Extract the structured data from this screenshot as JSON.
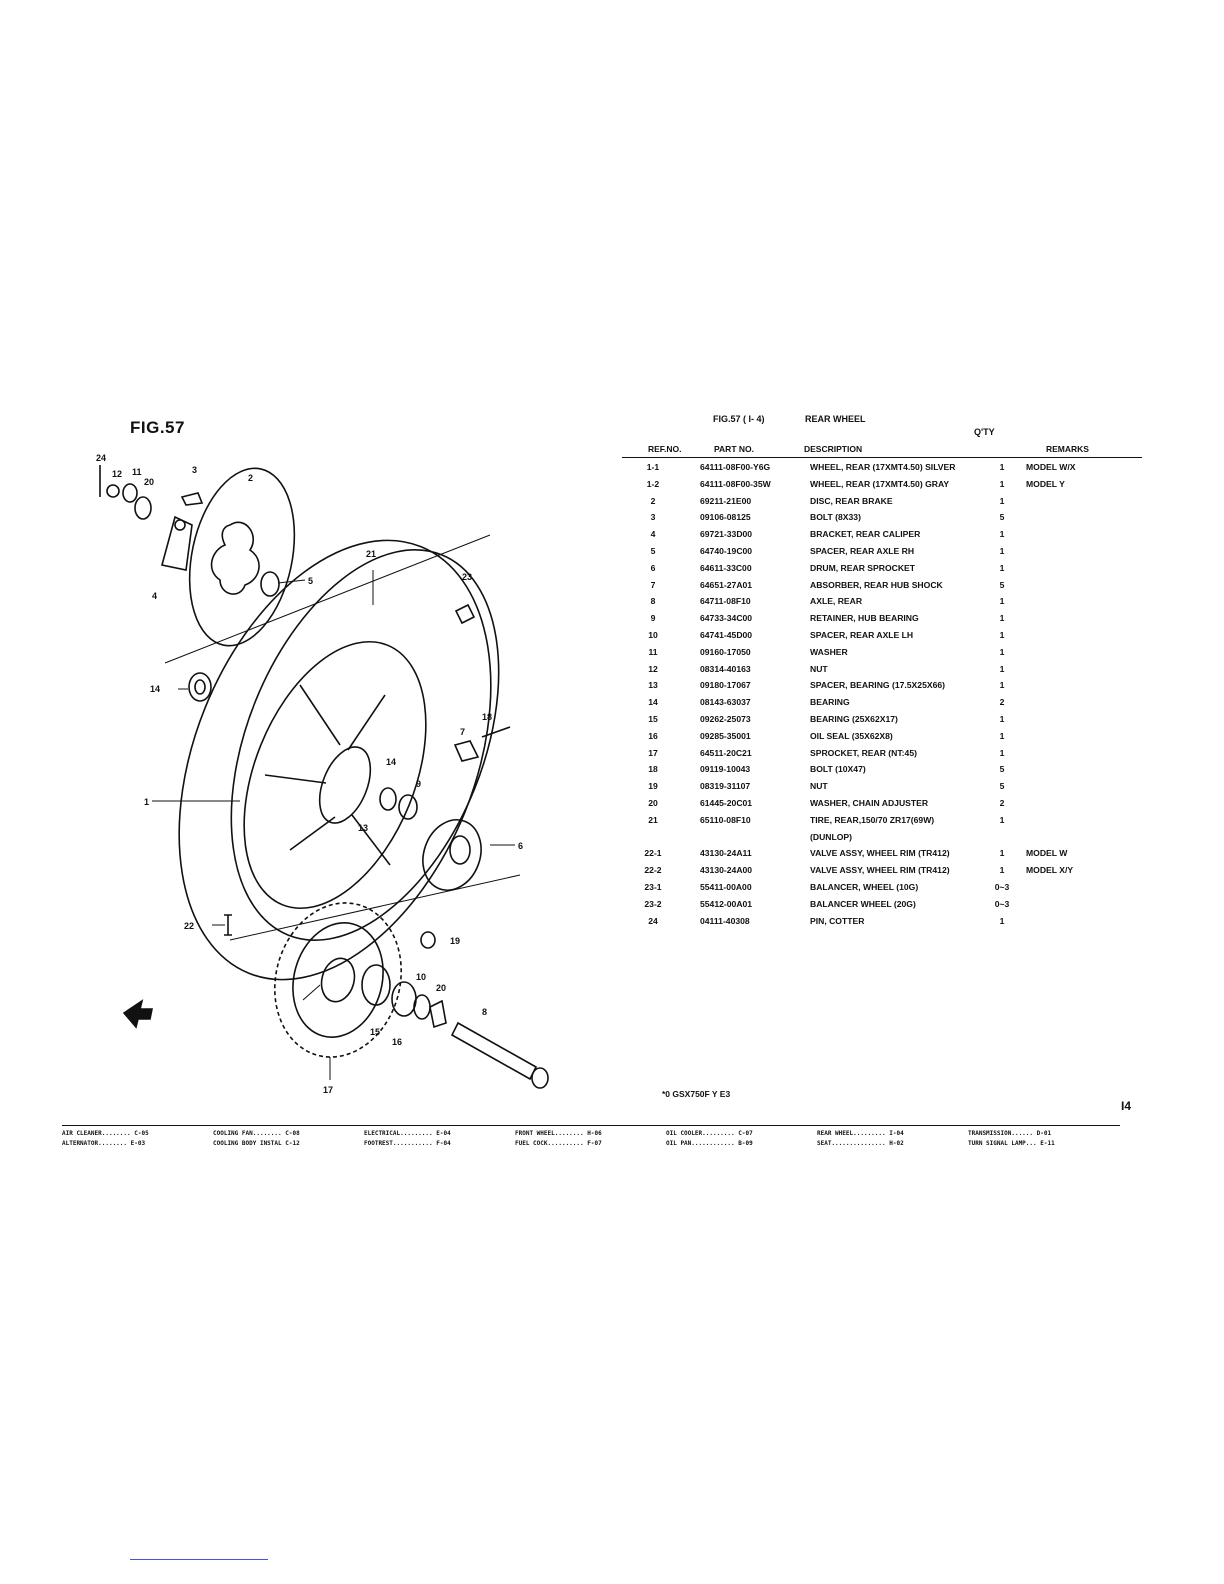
{
  "figure": {
    "title": "FIG.57",
    "header_fig": "FIG.57 ( I- 4)",
    "header_name": "REAR WHEEL",
    "qty_head": "Q'TY"
  },
  "columns": {
    "ref": "REF.NO.",
    "part": "PART NO.",
    "desc": "DESCRIPTION",
    "rem": "REMARKS"
  },
  "parts": [
    {
      "ref": "1-1",
      "part": "64111-08F00-Y6G",
      "desc": "WHEEL, REAR (17XMT4.50) SILVER",
      "qty": "1",
      "rem": "MODEL W/X"
    },
    {
      "ref": "1-2",
      "part": "64111-08F00-35W",
      "desc": "WHEEL, REAR (17XMT4.50) GRAY",
      "qty": "1",
      "rem": "MODEL Y"
    },
    {
      "ref": "2",
      "part": "69211-21E00",
      "desc": "DISC, REAR BRAKE",
      "qty": "1",
      "rem": ""
    },
    {
      "ref": "3",
      "part": "09106-08125",
      "desc": "BOLT (8X33)",
      "qty": "5",
      "rem": ""
    },
    {
      "ref": "4",
      "part": "69721-33D00",
      "desc": "BRACKET, REAR CALIPER",
      "qty": "1",
      "rem": ""
    },
    {
      "ref": "5",
      "part": "64740-19C00",
      "desc": "SPACER, REAR AXLE RH",
      "qty": "1",
      "rem": ""
    },
    {
      "ref": "6",
      "part": "64611-33C00",
      "desc": "DRUM, REAR SPROCKET",
      "qty": "1",
      "rem": ""
    },
    {
      "ref": "7",
      "part": "64651-27A01",
      "desc": "ABSORBER, REAR HUB SHOCK",
      "qty": "5",
      "rem": ""
    },
    {
      "ref": "8",
      "part": "64711-08F10",
      "desc": "AXLE, REAR",
      "qty": "1",
      "rem": ""
    },
    {
      "ref": "9",
      "part": "64733-34C00",
      "desc": "RETAINER, HUB BEARING",
      "qty": "1",
      "rem": ""
    },
    {
      "ref": "10",
      "part": "64741-45D00",
      "desc": "SPACER, REAR AXLE LH",
      "qty": "1",
      "rem": ""
    },
    {
      "ref": "11",
      "part": "09160-17050",
      "desc": "WASHER",
      "qty": "1",
      "rem": ""
    },
    {
      "ref": "12",
      "part": "08314-40163",
      "desc": "NUT",
      "qty": "1",
      "rem": ""
    },
    {
      "ref": "13",
      "part": "09180-17067",
      "desc": "SPACER, BEARING (17.5X25X66)",
      "qty": "1",
      "rem": ""
    },
    {
      "ref": "14",
      "part": "08143-63037",
      "desc": "BEARING",
      "qty": "2",
      "rem": ""
    },
    {
      "ref": "15",
      "part": "09262-25073",
      "desc": "BEARING (25X62X17)",
      "qty": "1",
      "rem": ""
    },
    {
      "ref": "16",
      "part": "09285-35001",
      "desc": "OIL SEAL (35X62X8)",
      "qty": "1",
      "rem": ""
    },
    {
      "ref": "17",
      "part": "64511-20C21",
      "desc": "SPROCKET, REAR (NT:45)",
      "qty": "1",
      "rem": ""
    },
    {
      "ref": "18",
      "part": "09119-10043",
      "desc": "BOLT (10X47)",
      "qty": "5",
      "rem": ""
    },
    {
      "ref": "19",
      "part": "08319-31107",
      "desc": "NUT",
      "qty": "5",
      "rem": ""
    },
    {
      "ref": "20",
      "part": "61445-20C01",
      "desc": "WASHER, CHAIN ADJUSTER",
      "qty": "2",
      "rem": ""
    },
    {
      "ref": "21",
      "part": "65110-08F10",
      "desc": "TIRE, REAR,150/70 ZR17(69W)",
      "qty": "1",
      "rem": ""
    },
    {
      "ref": "",
      "part": "",
      "desc": "(DUNLOP)",
      "qty": "",
      "rem": ""
    },
    {
      "ref": "22-1",
      "part": "43130-24A11",
      "desc": "VALVE ASSY, WHEEL RIM (TR412)",
      "qty": "1",
      "rem": "MODEL W"
    },
    {
      "ref": "22-2",
      "part": "43130-24A00",
      "desc": "VALVE ASSY, WHEEL RIM (TR412)",
      "qty": "1",
      "rem": "MODEL X/Y"
    },
    {
      "ref": "23-1",
      "part": "55411-00A00",
      "desc": "BALANCER, WHEEL (10G)",
      "qty": "0~3",
      "rem": ""
    },
    {
      "ref": "23-2",
      "part": "55412-00A01",
      "desc": "BALANCER WHEEL (20G)",
      "qty": "0~3",
      "rem": ""
    },
    {
      "ref": "24",
      "part": "04111-40308",
      "desc": "PIN, COTTER",
      "qty": "1",
      "rem": ""
    }
  ],
  "diagram": {
    "callouts": [
      "24",
      "12",
      "11",
      "20",
      "3",
      "2",
      "4",
      "5",
      "21",
      "23",
      "14",
      "18",
      "7",
      "1",
      "14",
      "9",
      "13",
      "6",
      "22",
      "19",
      "10",
      "20",
      "8",
      "15",
      "16",
      "17"
    ]
  },
  "model_note": "*0 GSX750F Y E3",
  "page_number": "I4",
  "index": [
    [
      "AIR CLEANER........ C-05",
      "COOLING FAN........ C-08",
      "ELECTRICAL......... E-04",
      "FRONT WHEEL........ H-06",
      "OIL COOLER......... C-07",
      "REAR WHEEL......... I-04",
      "TRANSMISSION...... D-01"
    ],
    [
      "ALTERNATOR........ E-03",
      "COOLING BODY INSTAL C-12",
      "FOOTREST........... F-04",
      "FUEL COCK.......... F-07",
      "OIL PAN............ B-09",
      "SEAT............... H-02",
      "TURN SIGNAL LAMP... E-11"
    ]
  ]
}
